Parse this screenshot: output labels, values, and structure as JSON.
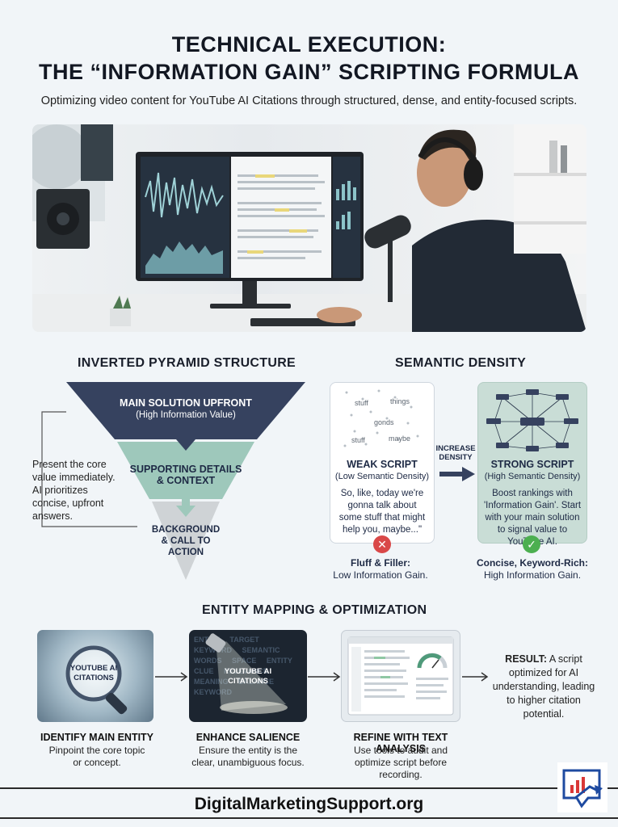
{
  "header": {
    "title_line1": "TECHNICAL EXECUTION:",
    "title_line2": "THE “INFORMATION GAIN” SCRIPTING FORMULA",
    "subtitle": "Optimizing video content for YouTube AI Citations through structured, dense, and entity-focused scripts."
  },
  "pyramid": {
    "heading": "INVERTED PYRAMID STRUCTURE",
    "side_text": "Present the core value immediately. AI prioritizes concise, upfront answers.",
    "tier1_title": "MAIN SOLUTION UPFRONT",
    "tier1_sub": "(High Information Value)",
    "tier2_line1": "SUPPORTING DETAILS",
    "tier2_line2": "& CONTEXT",
    "tier3_line1": "BACKGROUND",
    "tier3_line2": "& CALL TO",
    "tier3_line3": "ACTION"
  },
  "density": {
    "heading": "SEMANTIC DENSITY",
    "cloud_words": [
      "stuff",
      "things",
      "gonds",
      "stuff",
      "maybe"
    ],
    "arrow_label_line1": "INCREASE",
    "arrow_label_line2": "DENSITY",
    "weak": {
      "title": "WEAK SCRIPT",
      "sub": "(Low Semantic Density)",
      "body": "So, like, today we're gonna talk about some stuff that might help you, maybe...\"",
      "under_title": "Fluff & Filler:",
      "under_sub": "Low Information Gain."
    },
    "strong": {
      "title": "STRONG SCRIPT",
      "sub": "(High Semantic Density)",
      "body": "Boost rankings with 'Information Gain'. Start with your main solution to signal value to YouTube AI.",
      "under_title": "Concise, Keyword-Rich:",
      "under_sub": "High Information Gain."
    }
  },
  "entity": {
    "heading": "ENTITY MAPPING & OPTIMIZATION",
    "panel1_label": "YOUTUBE AI CITATIONS",
    "panel2_label": "YOUTUBE AI CITATIONS",
    "panel2_words": [
      "ENTITY",
      "TARGET",
      "KEYWORD",
      "SEMANTIC",
      "WORDS",
      "SPACE",
      "ENTITY",
      "CLUE",
      "RELEVANCE",
      "MEANING",
      "BALANCE",
      "KEYWORD"
    ],
    "steps": [
      {
        "title": "IDENTIFY MAIN ENTITY",
        "desc": "Pinpoint the core topic or concept."
      },
      {
        "title": "ENHANCE SALIENCE",
        "desc": "Ensure the entity is the clear, unambiguous focus."
      },
      {
        "title": "REFINE WITH TEXT ANALYSIS",
        "desc": "Use tools to audit and optimize script before recording."
      }
    ],
    "result_bold": "RESULT:",
    "result_text": " A script optimized for AI understanding, leading to higher citation potential."
  },
  "footer": {
    "site": "DigitalMarketingSupport.org"
  },
  "colors": {
    "navy": "#36425f",
    "teal": "#9ec8bb",
    "grey": "#cfd3d6",
    "accent_red": "#d94848",
    "accent_green": "#4caf50"
  }
}
